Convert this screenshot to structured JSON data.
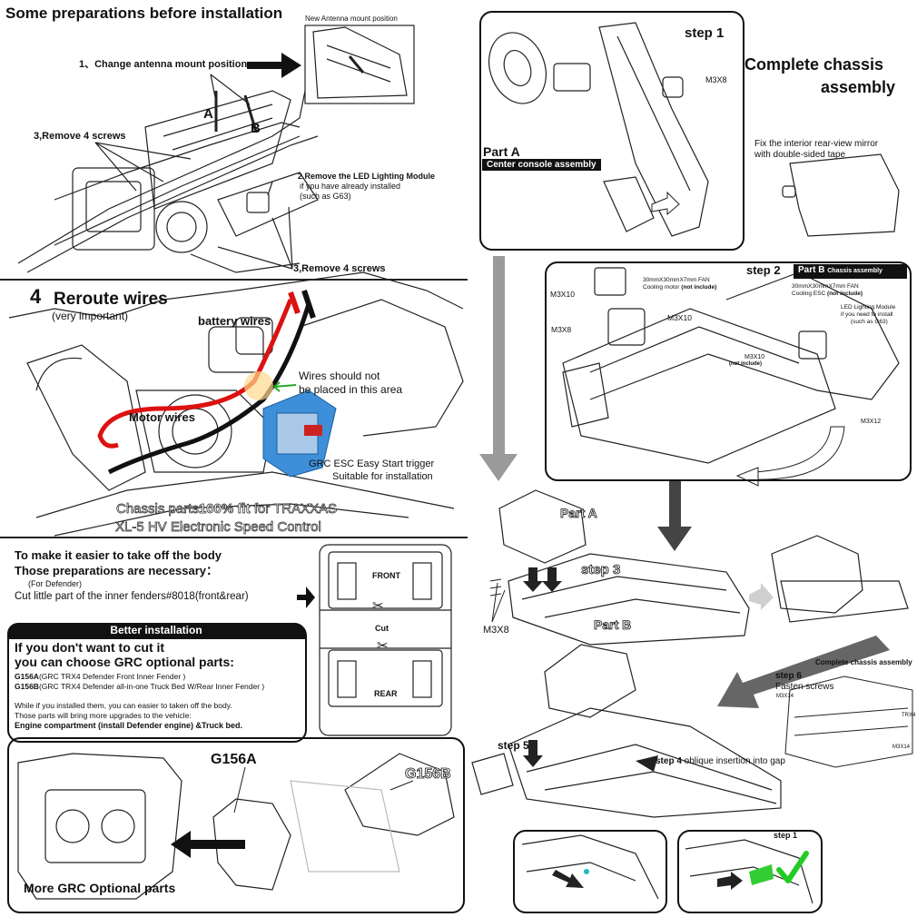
{
  "prep": {
    "title": "Some preparations before installation",
    "new_antenna": "New Antenna mount position",
    "step1": "1、Change antenna mount position",
    "label_a": "A",
    "label_b": "B",
    "remove_top": "3,Remove 4 screws",
    "remove_led_1": "2.Remove the LED Lighting Module",
    "remove_led_2": "if you have already installed",
    "remove_led_3": "(such as G63)",
    "remove_bottom": "3,Remove 4 screws"
  },
  "reroute": {
    "num": "4",
    "title": "Reroute wires",
    "subtitle": "(very important)",
    "battery": "battery wires",
    "motor": "Motor wires",
    "warn_1": "Wires should not",
    "warn_2": "be placed in this area",
    "esc_1": "GRC ESC Easy Start trigger",
    "esc_2": "Suitable for installation",
    "fit_a": "Chassis parts",
    "fit_b": "100% fit",
    "fit_c": " for TRAXXAS",
    "fit_2": "XL-5 HV Electronic Speed Control"
  },
  "fender": {
    "l1": "To make it easier to take off the body",
    "l2": "Those preparations are necessary：",
    "l3": "(For Defender)",
    "l4": "Cut little part of the inner fenders#8018(front&rear)",
    "front": "FRONT",
    "cut": "Cut",
    "rear": "REAR"
  },
  "better": {
    "header": "Better installation",
    "h1": "If you don't want to cut it",
    "h2": "you can choose GRC optional parts:",
    "g1_code": "G156A",
    "g1_desc": "(GRC TRX4 Defender Front Inner Fender )",
    "g2_code": "G156B",
    "g2_desc": "(GRC TRX4 Defender all-in-one Truck Bed W/Rear Inner Fender )",
    "p1": "While if you installed them, you can easier to taken off the body.",
    "p2": "Those parts will bring more upgrades to the vehicle:",
    "p3": "Engine compartment (install Defender engine) &Truck bed.",
    "g156a": "G156A",
    "g156b": "G156B",
    "more": "More GRC Optional parts"
  },
  "right": {
    "step1": "step 1",
    "m3x8": "M3X8",
    "part_a": "Part  A",
    "center_console": "Center console assembly",
    "complete_1": "Complete chassis",
    "complete_2": "assembly",
    "mirror_1": "Fix the interior rear-view mirror",
    "mirror_2": "with double-sided tape",
    "step2": "step 2",
    "part_b_hdr": "Part  B",
    "chassis_assembly": "Chassis assembly",
    "fan1_1": "30mmX30mmX7mm FAN",
    "fan1_2": "Cooling motor",
    "fan_ni": "(not include)",
    "fan2_1": "30mmX30mmX7mm FAN",
    "fan2_2": "Cooling ESC",
    "m3x10_a": "M3X10",
    "m3x10_b": "M3X10",
    "m3x8_b": "M3X8",
    "led_1": "LED Lighting Module",
    "led_2": "if you need to install",
    "led_3": "(such as G63)",
    "m3x10_c": "M3X10",
    "m3x10_ni": "(not include)",
    "m3x12": "M3X12",
    "part_a2": "Part  A",
    "step3": "step 3",
    "m3x8_c": "M3X8",
    "part_b2": "Part  B",
    "complete_small": "Complete chassis assembly",
    "step6": "step 6",
    "fasten": "Fasten screws",
    "m3x14a": "M3X14",
    "m3x14b": "M3X14",
    "trx4": "TRX4",
    "step5": "step 5",
    "step4": "step 4",
    "step4_desc": " oblique insertion into gap",
    "step1_small": "step 1"
  }
}
